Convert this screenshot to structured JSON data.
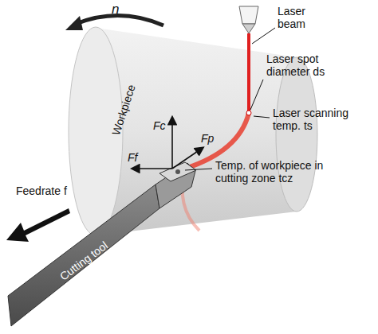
{
  "diagram": {
    "labels": [
      "n",
      "Laser beam",
      "Laser spot diameter ds",
      "Laser scanning temp. ts",
      "Workpiece",
      "Fc",
      "Ff",
      "Fp",
      "Temp. of workpiece in cutting zone tcz",
      "Feedrate f",
      "Cutting tool"
    ]
  }
}
